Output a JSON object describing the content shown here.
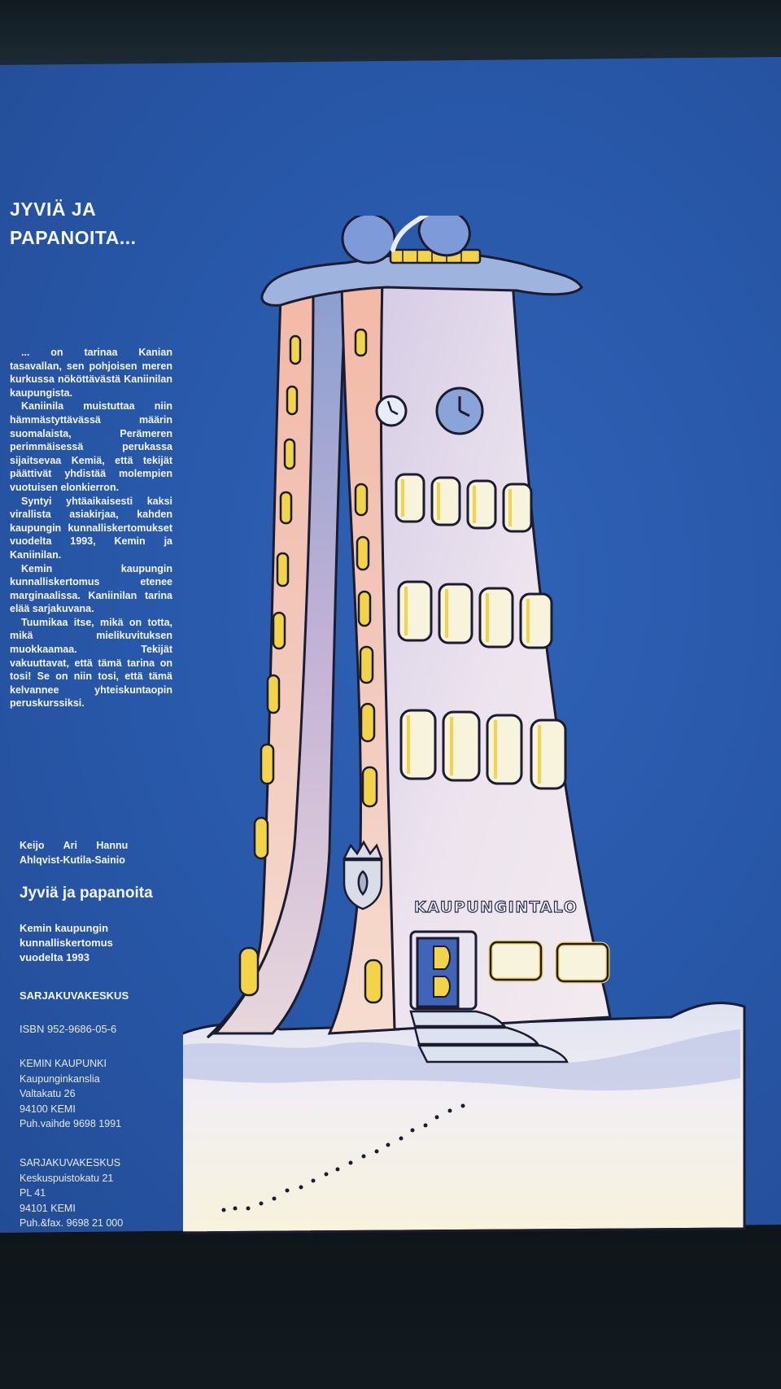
{
  "cover": {
    "title": "JYVIÄ JA\nPAPANOITA...",
    "body_paragraphs": [
      "... on tarinaa Kanian tasavallan, sen pohjoisen meren kurkussa nököttävästä Kaniinilan kaupungista.",
      "Kaniinila muistuttaa niin hämmästyttävässä määrin suomalaista, Perämeren perimmäisessä perukassa sijaitsevaa Kemiä, että tekijät päättivät yhdistää molempien vuotuisen elonkierron.",
      "Syntyi yhtäaikaisesti kaksi virallista asiakirjaa, kahden kaupungin kunnalliskertomukset vuodelta 1993, Kemin ja Kaniinilan.",
      "Kemin kaupungin kunnalliskertomus etenee marginaalissa. Kaniinilan tarina elää sarjakuvana.",
      "Tuumikaa itse, mikä on totta, mikä mielikuvituksen muokkaamaa. Tekijät vakuuttavat, että tämä tarina on tosi! Se on niin tosi, että tämä kelvannee yhteiskuntaopin peruskurssiksi."
    ],
    "authors_first": "Keijo Ari Hannu",
    "authors_last": "Ahlqvist-Kutila-Sainio",
    "book_title": "Jyviä ja papanoita",
    "subtitle_lines": [
      "Kemin kaupungin",
      "kunnalliskertomus",
      "vuodelta 1993"
    ],
    "publisher": "SARJAKUVAKESKUS",
    "isbn": "ISBN 952-9686-05-6",
    "address_kemi": [
      "KEMIN KAUPUNKI",
      "Kaupunginkanslia",
      "Valtakatu 26",
      "94100 KEMI",
      "Puh.vaihde 9698 1991"
    ],
    "address_sarjakuvakeskus": [
      "SARJAKUVAKESKUS",
      "Keskuspuistokatu 21",
      "PL 41",
      "94101 KEMI",
      "Puh.&fax. 9698 21 000"
    ]
  },
  "illustration": {
    "sign": "KAUPUNGINTALO",
    "colors": {
      "cover_blue": "#2a58aa",
      "window_yellow": "#f2d34a",
      "tower_pink": "#f0c2b4",
      "tower_lavender": "#e6e0f0",
      "snow": "#f6f1e6"
    }
  }
}
